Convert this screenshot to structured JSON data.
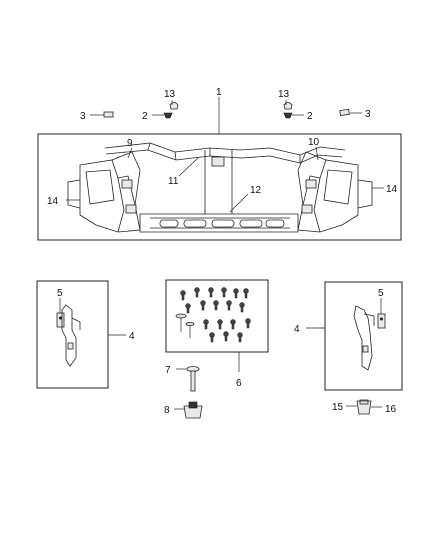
{
  "callouts": [
    {
      "id": "c1",
      "text": "1"
    },
    {
      "id": "c2-left",
      "text": "2"
    },
    {
      "id": "c2-right",
      "text": "2"
    },
    {
      "id": "c3-left",
      "text": "3"
    },
    {
      "id": "c3-right",
      "text": "3"
    },
    {
      "id": "c4-left",
      "text": "4"
    },
    {
      "id": "c4-right",
      "text": "4"
    },
    {
      "id": "c5-left",
      "text": "5"
    },
    {
      "id": "c5-right",
      "text": "5"
    },
    {
      "id": "c6",
      "text": "6"
    },
    {
      "id": "c7",
      "text": "7"
    },
    {
      "id": "c8",
      "text": "8"
    },
    {
      "id": "c9",
      "text": "9"
    },
    {
      "id": "c10",
      "text": "10"
    },
    {
      "id": "c11",
      "text": "11"
    },
    {
      "id": "c12",
      "text": "12"
    },
    {
      "id": "c13-left",
      "text": "13"
    },
    {
      "id": "c13-right",
      "text": "13"
    },
    {
      "id": "c14-left",
      "text": "14"
    },
    {
      "id": "c14-right",
      "text": "14"
    },
    {
      "id": "c15",
      "text": "15"
    },
    {
      "id": "c16",
      "text": "16"
    }
  ]
}
